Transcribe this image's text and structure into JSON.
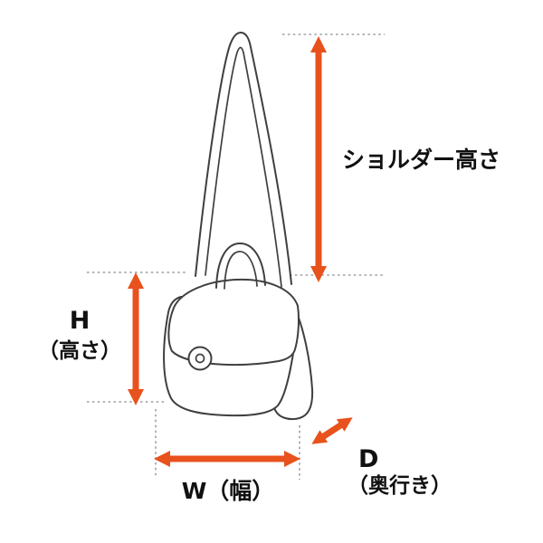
{
  "diagram": {
    "title_hint": "bag-dimension-diagram",
    "labels": {
      "shoulder_height": "ショルダー高さ",
      "height_letter": "H",
      "height_sub": "（高さ）",
      "width": "W（幅）",
      "depth_letter": "D",
      "depth_sub": "（奥行き）"
    },
    "colors": {
      "arrow": "#e8521d",
      "line": "#3f3f3f",
      "dotted": "#9a9fa4",
      "text": "#111111",
      "background": "#ffffff"
    }
  }
}
